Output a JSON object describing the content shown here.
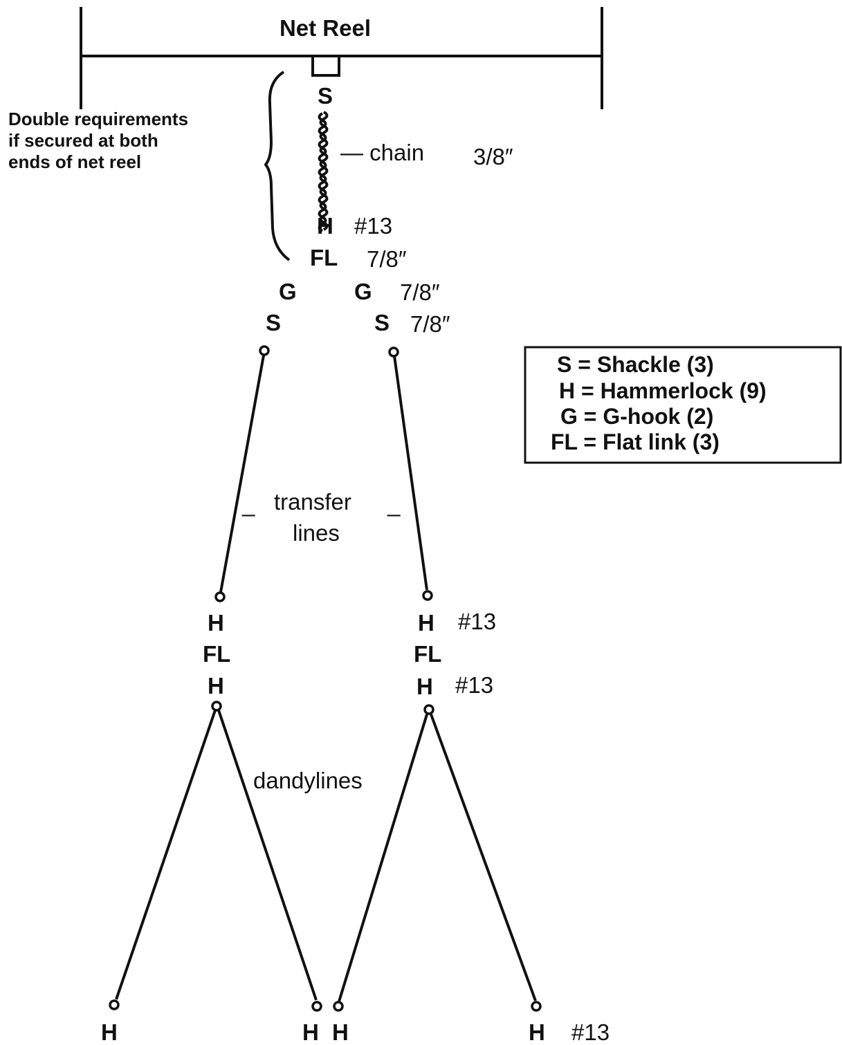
{
  "title": "Net Reel",
  "note": [
    "Double requirements",
    "if secured at both",
    "ends of net reel"
  ],
  "top": {
    "shackle": "S",
    "chain_label": "— chain",
    "chain_size": "3/8″",
    "hammer": "H",
    "hammer_num": "#13",
    "flat": "FL",
    "flat_size": "7/8″"
  },
  "split": {
    "g_left": "G",
    "g_right": "G",
    "g_size": "7/8″",
    "s_left": "S",
    "s_right": "S",
    "s_size": "7/8″"
  },
  "transfer": {
    "dash_left": "_",
    "word1": "transfer",
    "dash_right": "_",
    "word2": "lines"
  },
  "mid": {
    "h1_left": "H",
    "h1_right": "H",
    "h1_num": "#13",
    "fl_left": "FL",
    "fl_right": "FL",
    "h2_left": "H",
    "h2_right": "H",
    "h2_num": "#13"
  },
  "dandy": "dandylines",
  "bottom": {
    "h1": "H",
    "h2": "H",
    "h3": "H",
    "h4": "H",
    "num": "#13"
  },
  "legend": [
    "S = Shackle (3)",
    "H = Hammerlock (9)",
    "G = G-hook (2)",
    "FL = Flat link (3)"
  ]
}
